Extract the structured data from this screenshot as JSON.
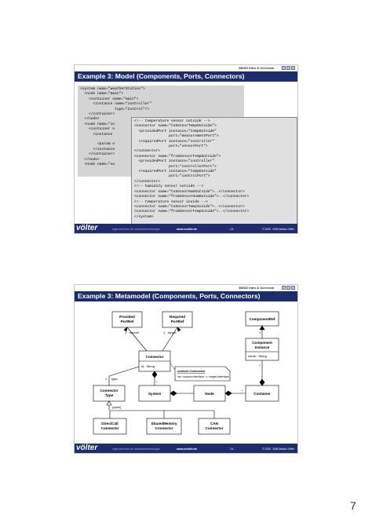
{
  "page_number": "7",
  "slides": [
    {
      "section": "MDSD Intro & Overview",
      "title": "Example 3: Model (Components, Ports, Connectors)",
      "code_back": [
        "<system name=\"weatherStation\">",
        "  <node name=\"main\">",
        "    <container name=\"main\">",
        "      <instance name=\"controller\"",
        "                type=\"Control\"/>",
        "    </container>",
        "  </node>",
        "  <node name=\"in",
        "    <container n",
        "      <instance",
        "",
        "        <param n",
        "      </instance",
        "    </container>",
        "  </node>",
        "  <node name=\"ou"
      ],
      "code_front": [
        "<!-- temperature sensor outside -->",
        "<connector name=\"toSensorTempOutside\">",
        "  <providedPort instance=\"tempOutside\"",
        "                port=\"measurementPort\">",
        "  <requiredPort instance=\"controller\"",
        "                port=\"sensorPort\">",
        "</connector>",
        "<connector name=\"fromSensorTempOutside\">",
        "  <providedPort instance=\"controller\"",
        "                port=\"controllerPort\">",
        "  <requiredPort instance=\"tempOutside\"",
        "                port=\"controlPort\">",
        "</connector>",
        "<!-- humidity sensor outside -->",
        "<connector name=\"toSensorHumOutside\">..</connector>",
        "<connector name=\"fromSensorHumOutside\">..</connector>",
        "<!-- temperature sensor inside -->",
        "<connector name=\"toSensorTempInside\">..</connector>",
        "<connector name=\"fromSensorTempInside\">..</connector>",
        "</system>"
      ],
      "footer": {
        "logo": "völter",
        "tagline": "ingenieurbüro für softwaretechnologie",
        "url": "www.voelter.de",
        "page": "- 13 -",
        "copyright": "© 2005 - 2006 Markus Völter"
      }
    },
    {
      "section": "MDSD Intro & Overview",
      "title": "Example 3: Metamodel (Components, Ports, Connectors)",
      "uml": {
        "provided_portref": [
          "Provided",
          "PortRef"
        ],
        "required_portref": [
          "Required",
          "PortRef"
        ],
        "component_ref": "ComponentRef",
        "component_instance": [
          "Component",
          "Instance"
        ],
        "component_instance_attr": "name : String",
        "connector": "Connector",
        "connector_attr": "id : String",
        "role_source": "source",
        "role_target": "target",
        "mult_one_a": "1",
        "mult_one_b": "1",
        "mult_one_c": "1",
        "mult_one_d": "1",
        "mult_star_a": "*",
        "mult_star_b": "*",
        "mult_star_c": "*",
        "ocl_context": "context Connector",
        "ocl_inv": "inv: source.interface == target.interface",
        "connector_type": [
          "Connector",
          "Type"
        ],
        "role_type": "type",
        "open_label": "{open}",
        "system": "System",
        "node": "Node",
        "container": "Container",
        "directcall": [
          "DirectCall",
          "Connector"
        ],
        "sharedmemory": [
          "SharedMemory",
          "Connector"
        ],
        "can": [
          "CAN",
          "Connector"
        ]
      },
      "footer": {
        "logo": "völter",
        "tagline": "ingenieurbüro für softwaretechnologie",
        "url": "www.voelter.de",
        "page": "- 14 -",
        "copyright": "© 2005 - 2006 Markus Völter"
      }
    }
  ]
}
